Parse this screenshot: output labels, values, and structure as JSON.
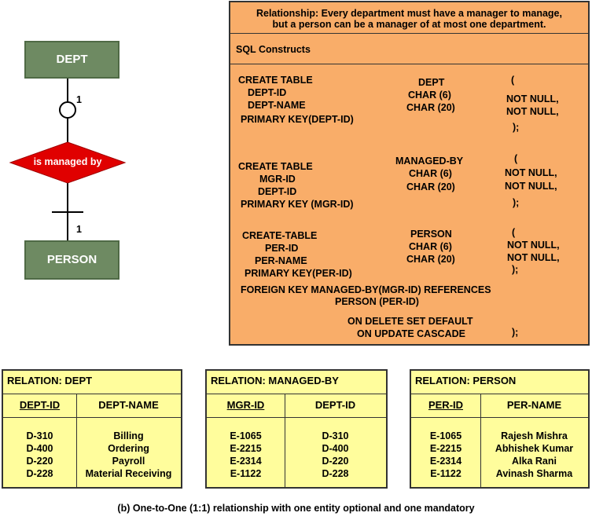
{
  "er": {
    "entity_top": "DEPT",
    "entity_bottom": "PERSON",
    "relationship": "is managed by",
    "card_top": "1",
    "card_bottom": "1"
  },
  "sql": {
    "relationship_line1": "Relationship: Every department must have a manager to manage,",
    "relationship_line2": "but a person can be a manager of at most one department.",
    "constructs_title": "SQL Constructs",
    "block1": {
      "create": "CREATE TABLE",
      "name": "DEPT",
      "paren_open": "(",
      "col1": "DEPT-ID",
      "type1": "CHAR (6)",
      "cons1": "NOT NULL,",
      "col2": "DEPT-NAME",
      "type2": "CHAR (20)",
      "cons2": "NOT NULL,",
      "pk": "PRIMARY KEY(DEPT-ID)",
      "close": ");"
    },
    "block2": {
      "create": "CREATE TABLE",
      "name": "MANAGED-BY",
      "paren_open": "(",
      "col1": "MGR-ID",
      "type1": "CHAR (6)",
      "cons1": "NOT NULL,",
      "col2": "DEPT-ID",
      "type2": "CHAR (20)",
      "cons2": "NOT NULL,",
      "pk": "PRIMARY KEY (MGR-ID)",
      "close": ");"
    },
    "block3": {
      "create": "CREATE-TABLE",
      "name": "PERSON",
      "paren_open": "(",
      "col1": "PER-ID",
      "type1": "CHAR (6)",
      "cons1": "NOT NULL,",
      "col2": "PER-NAME",
      "type2": "CHAR (20)",
      "cons2": "NOT NULL,",
      "pk": "PRIMARY KEY(PER-ID)",
      "close": ");"
    },
    "fk_line1": "FOREIGN KEY MANAGED-BY(MGR-ID) REFERENCES",
    "fk_line2": "PERSON (PER-ID)",
    "on_delete": "ON DELETE SET DEFAULT",
    "on_update": "ON UPDATE CASCADE",
    "final_close": ");"
  },
  "tables": {
    "dept": {
      "title": "RELATION: DEPT",
      "col1": "DEPT-ID",
      "col2": "DEPT-NAME",
      "col1_values": [
        "D-310",
        "D-400",
        "D-220",
        "D-228"
      ],
      "col2_values": [
        "Billing",
        "Ordering",
        "Payroll",
        "Material Receiving"
      ]
    },
    "managed_by": {
      "title": "RELATION: MANAGED-BY",
      "col1": "MGR-ID",
      "col2": "DEPT-ID",
      "col1_values": [
        "E-1065",
        "E-2215",
        "E-2314",
        "E-1122"
      ],
      "col2_values": [
        "D-310",
        "D-400",
        "D-220",
        "D-228"
      ]
    },
    "person": {
      "title": "RELATION: PERSON",
      "col1": "PER-ID",
      "col2": "PER-NAME",
      "col1_values": [
        "E-1065",
        "E-2215",
        "E-2314",
        "E-1122"
      ],
      "col2_values": [
        "Rajesh Mishra",
        "Abhishek Kumar",
        "Alka Rani",
        "Avinash Sharma"
      ]
    }
  },
  "caption": "(b) One-to-One (1:1) relationship with one entity optional and one mandatory"
}
